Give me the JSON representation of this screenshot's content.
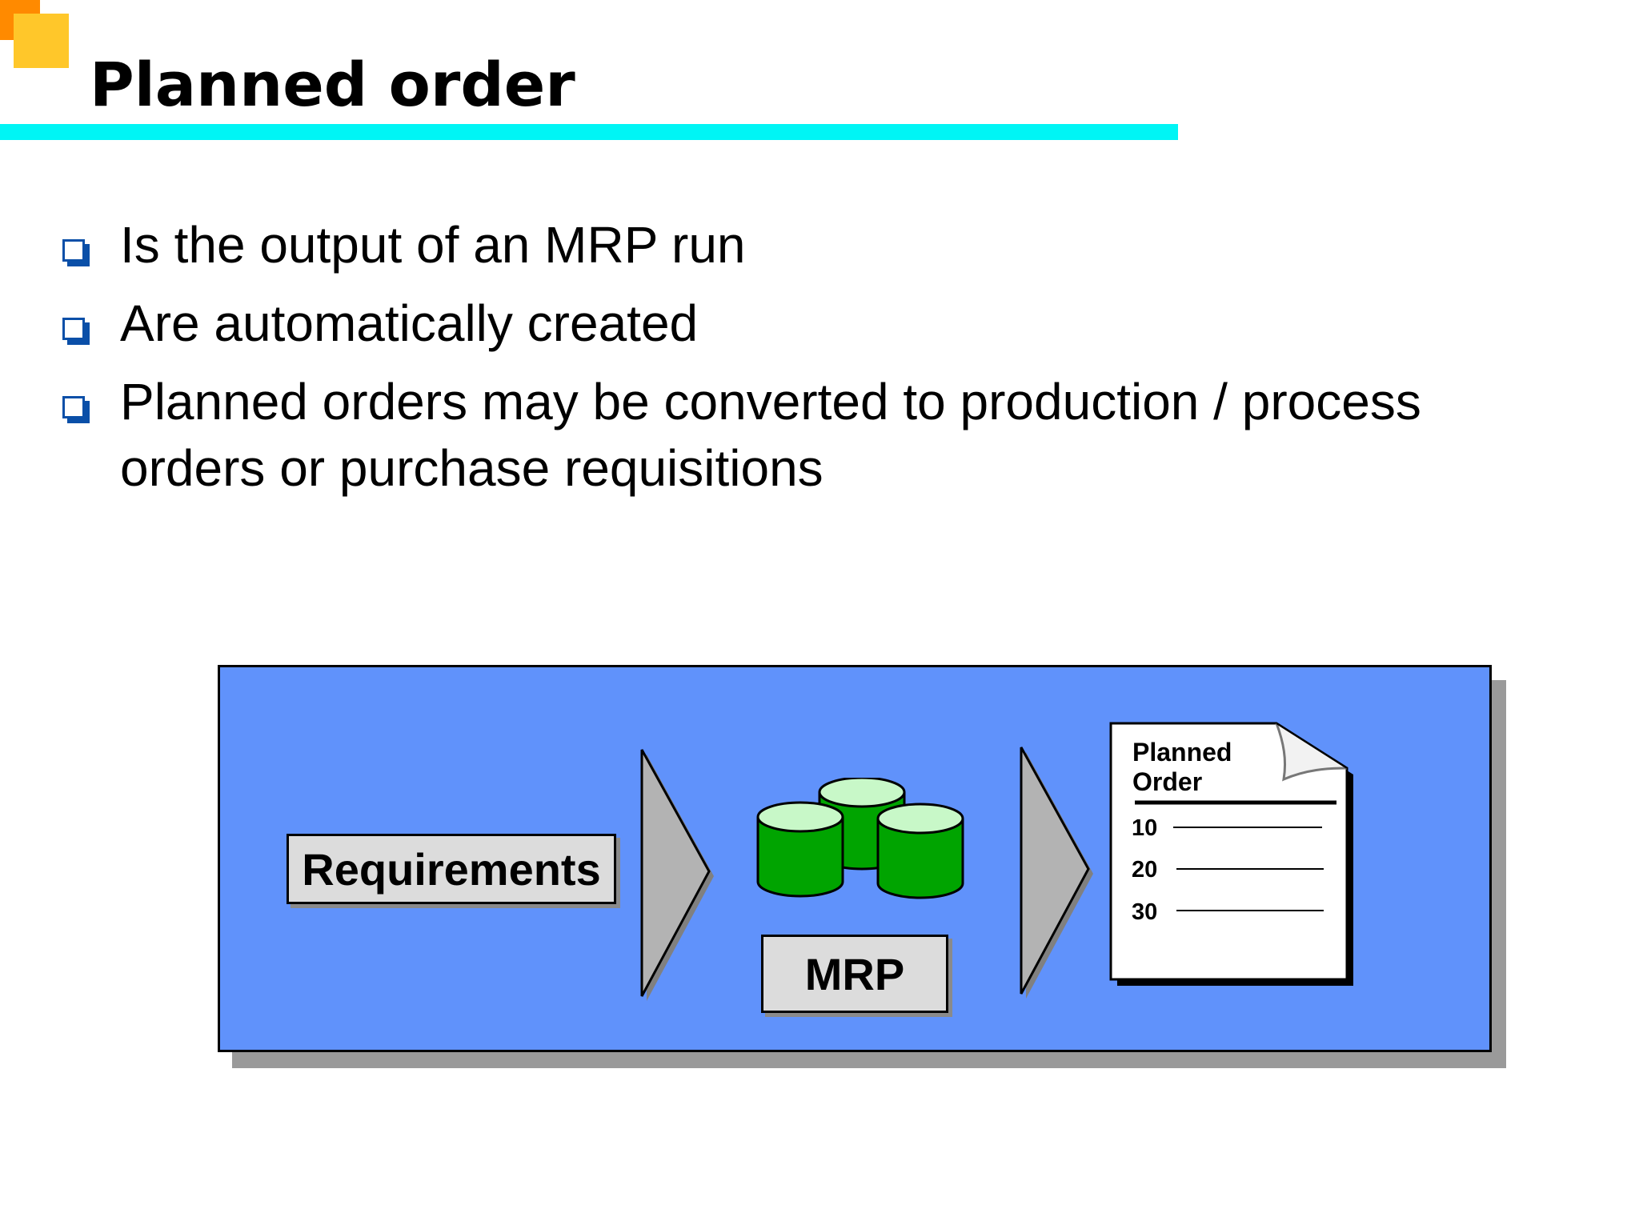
{
  "slide": {
    "title": "Planned order",
    "bullets": [
      "Is the output of an MRP run",
      "Are automatically created",
      "Planned orders may be converted to production / process orders or purchase requisitions"
    ]
  },
  "diagram": {
    "requirements_label": "Requirements",
    "mrp_label": "MRP",
    "document": {
      "title_line1": "Planned",
      "title_line2": "Order",
      "items": [
        "10",
        "20",
        "30"
      ]
    }
  },
  "colors": {
    "title_rule": "#00f5f5",
    "corner_orange": "#ff8a00",
    "corner_yellow": "#ffc72a",
    "bullet_blue": "#0a4fa8",
    "diagram_background": "#6092fb",
    "database_green": "#00a400",
    "database_top": "#c8f8c8",
    "arrow_gray": "#b3b3b3",
    "label_gray": "#dcdcdc"
  }
}
